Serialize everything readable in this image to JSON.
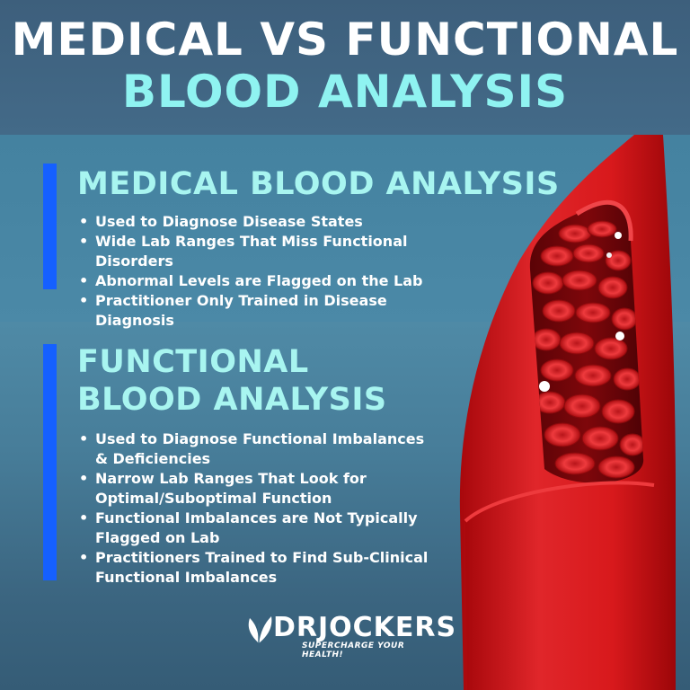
{
  "header": {
    "line1": "MEDICAL VS FUNCTIONAL",
    "line2": "BLOOD ANALYSIS"
  },
  "medical": {
    "title": "MEDICAL BLOOD ANALYSIS",
    "bullets": [
      "Used to Diagnose Disease States",
      "Wide Lab Ranges That Miss Functional Disorders",
      "Abnormal Levels are Flagged on the Lab",
      "Practitioner Only Trained in Disease Diagnosis"
    ]
  },
  "functional": {
    "title_line1": "FUNCTIONAL",
    "title_line2": "BLOOD ANALYSIS",
    "bullets": [
      "Used to Diagnose Functional Imbalances & Deficiencies",
      "Narrow Lab Ranges That Look for Optimal/Suboptimal Function",
      "Functional Imbalances are Not Typically Flagged on Lab",
      "Practitioners Trained to Find Sub-Clinical Functional Imbalances"
    ]
  },
  "logo": {
    "name": "DRJOCKERS",
    "tagline": "SUPERCHARGE YOUR HEALTH!"
  },
  "colors": {
    "accent_bar": "#1560ff",
    "heading_cyan": "#8ff3f1",
    "vessel_red": "#d91a1c"
  }
}
